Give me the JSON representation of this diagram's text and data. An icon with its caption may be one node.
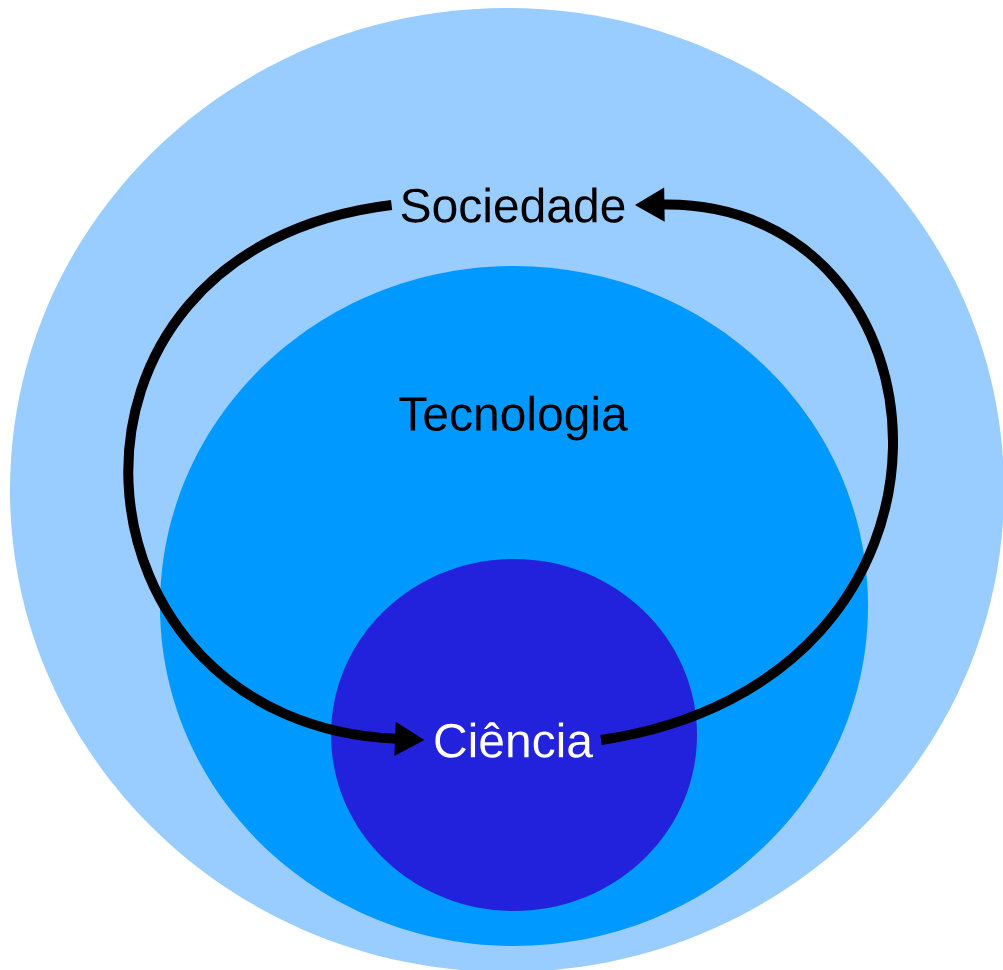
{
  "diagram": {
    "nodes": [
      {
        "text": [],
        "shape": "circle"
      },
      {
        "text": [
          "Sociedade"
        ],
        "in": 0
      },
      {
        "text": [
          "Tecnologia"
        ],
        "in": 0
      },
      {
        "text": [
          "Ciência"
        ],
        "in": 2
      }
    ],
    "edges": [
      {
        "from": 1,
        "to": 3,
        "arrow": "to"
      },
      {
        "from": 3,
        "to": 1,
        "arrow": "to"
      }
    ]
  }
}
